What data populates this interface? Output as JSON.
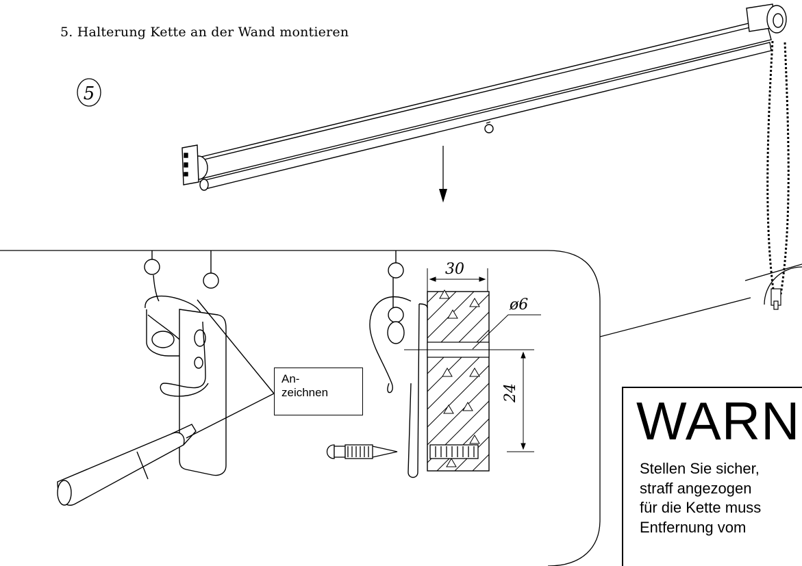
{
  "header": {
    "step_title": "5. Halterung Kette an der Wand montieren"
  },
  "figure": {
    "step_marker": "5"
  },
  "callout": {
    "line1": "An-",
    "line2": "zeichnen"
  },
  "dimensions": {
    "top_width": "30",
    "hole_diameter": "ø6",
    "vertical_offset": "24"
  },
  "warning": {
    "title": "WARNU",
    "text": "Stellen Sie sicher,\nstraff angezogen\nfür die Kette muss\nEntfernung vom"
  }
}
